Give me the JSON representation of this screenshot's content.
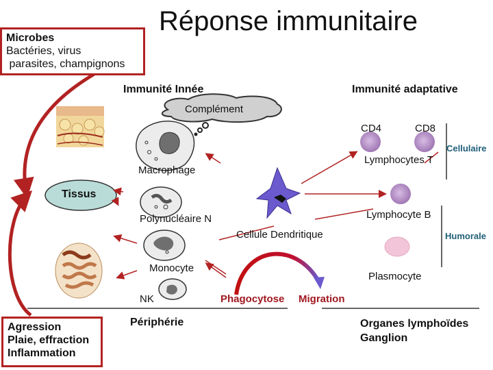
{
  "title": "Réponse immunitaire",
  "microbes_box": {
    "lines": [
      "Microbes",
      "Bactéries, virus",
      " parasites, champignons"
    ]
  },
  "agression_box": {
    "lines": [
      "Agression",
      "Plaie, effraction",
      "Inflammation"
    ]
  },
  "labels": {
    "innate": "Immunité Innée",
    "adaptive": "Immunité adaptative",
    "complement": "Complément",
    "tissue": "Tissus",
    "macrophage": "Macrophage",
    "polynuclear": "Polynucléaire N",
    "monocyte": "Monocyte",
    "nk": "NK",
    "dendritic": "Cellule Dendritique",
    "cd4": "CD4",
    "cd8": "CD8",
    "t_lymphocytes": "Lymphocytes T",
    "b_lymphocyte": "Lymphocyte B",
    "plasmocyte": "Plasmocyte",
    "cellular": "Cellulaire",
    "humoral": "Humorale",
    "phagocytosis": "Phagocytose",
    "migration": "Migration",
    "periphery": "Périphérie",
    "lymphoid_organs": "Organes lymphoïdes",
    "ganglion": "Ganglion"
  },
  "colors": {
    "box_border": "#b22222",
    "arrow": "#b22222",
    "tissue_fill": "#b9dcd8",
    "complement_fill": "#d0d0d0",
    "dendritic_fill": "#6a5acd",
    "lymphocyte_fill": "#c9a6d6",
    "accent_teal": "#1f5f78",
    "phagocytosis_text": "#a01820"
  }
}
